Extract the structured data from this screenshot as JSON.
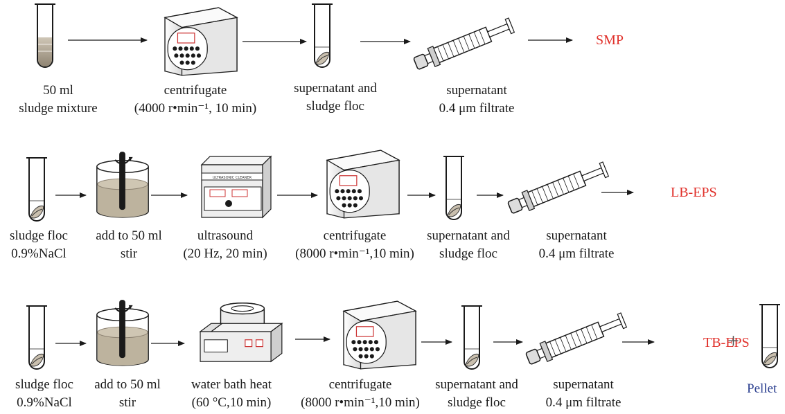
{
  "colors": {
    "product": "#e0302a",
    "pellet": "#2b3f8f",
    "line": "#1a1a1a",
    "sludge": "#b3a896"
  },
  "rows": [
    {
      "steps": [
        {
          "icon": "test-tube-icon",
          "lines": [
            "50 ml",
            "sludge mixture"
          ]
        },
        {
          "icon": "centrifuge-icon",
          "lines": [
            "centrifugate",
            "(4000 r•min⁻¹, 10 min)"
          ]
        },
        {
          "icon": "test-tube-icon",
          "lines": [
            "supernatant and",
            "sludge floc"
          ]
        },
        {
          "icon": "syringe-filter-icon",
          "lines": [
            "supernatant",
            "0.4 μm filtrate"
          ]
        }
      ],
      "product": "SMP"
    },
    {
      "steps": [
        {
          "icon": "test-tube-icon",
          "lines": [
            "sludge floc",
            "0.9%NaCl"
          ]
        },
        {
          "icon": "stirred-beaker-icon",
          "lines": [
            "add to  50 ml",
            "stir"
          ]
        },
        {
          "icon": "ultrasonic-cleaner-icon",
          "lines": [
            "ultrasound",
            "(20 Hz, 20 min)"
          ]
        },
        {
          "icon": "centrifuge-icon",
          "lines": [
            "centrifugate",
            "(8000  r•min⁻¹,10 min)"
          ]
        },
        {
          "icon": "test-tube-icon",
          "lines": [
            "supernatant and",
            "sludge floc"
          ]
        },
        {
          "icon": "syringe-filter-icon",
          "lines": [
            "supernatant",
            "0.4 μm filtrate"
          ]
        }
      ],
      "product": "LB-EPS"
    },
    {
      "steps": [
        {
          "icon": "test-tube-icon",
          "lines": [
            "sludge floc",
            "0.9%NaCl"
          ]
        },
        {
          "icon": "stirred-beaker-icon",
          "lines": [
            "add to  50 ml",
            "stir"
          ]
        },
        {
          "icon": "water-bath-icon",
          "lines": [
            "water bath heat",
            "(60 °C,10 min)"
          ]
        },
        {
          "icon": "centrifuge-icon",
          "lines": [
            "centrifugate",
            "(8000 r•min⁻¹,10 min)"
          ]
        },
        {
          "icon": "test-tube-icon",
          "lines": [
            "supernatant and",
            "sludge floc"
          ]
        },
        {
          "icon": "syringe-filter-icon",
          "lines": [
            "supernatant",
            "0.4  μm  filtrate"
          ]
        }
      ],
      "product": "TB-EPS",
      "plus": "+",
      "extra": {
        "icon": "test-tube-icon",
        "label": "Pellet"
      }
    }
  ]
}
